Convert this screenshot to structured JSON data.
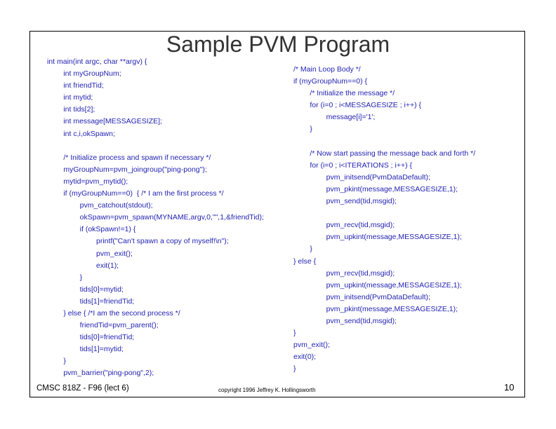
{
  "slide": {
    "title": "Sample PVM Program",
    "left_code": [
      "int main(int argc, char **argv) {",
      "        int myGroupNum;",
      "        int friendTid;",
      "        int mytid;",
      "        int tids[2];",
      "        int message[MESSAGESIZE];",
      "        int c,i,okSpawn;",
      "",
      "        /* Initialize process and spawn if necessary */",
      "        myGroupNum=pvm_joingroup(\"ping-pong\");",
      "        mytid=pvm_mytid();",
      "        if (myGroupNum==0)  { /* I am the first process */",
      "                pvm_catchout(stdout);",
      "                okSpawn=pvm_spawn(MYNAME,argv,0,\"\",1,&friendTid);",
      "                if (okSpawn!=1) {",
      "                        printf(\"Can't spawn a copy of myself!\\n\");",
      "                        pvm_exit();",
      "                        exit(1);",
      "                }",
      "                tids[0]=mytid;",
      "                tids[1]=friendTid;",
      "        } else { /*I am the second process */",
      "                friendTid=pvm_parent();",
      "                tids[0]=friendTid;",
      "                tids[1]=mytid;",
      "        }",
      "        pvm_barrier(\"ping-pong\",2);"
    ],
    "right_code": [
      "/* Main Loop Body */",
      "if (myGroupNum==0) {",
      "        /* Initialize the message */",
      "        for (i=0 ; i<MESSAGESIZE ; i++) {",
      "                message[i]='1';",
      "        }",
      "",
      "        /* Now start passing the message back and forth */",
      "        for (i=0 ; i<ITERATIONS ; i++) {",
      "                pvm_initsend(PvmDataDefault);",
      "                pvm_pkint(message,MESSAGESIZE,1);",
      "                pvm_send(tid,msgid);",
      "",
      "                pvm_recv(tid,msgid);",
      "                pvm_upkint(message,MESSAGESIZE,1);",
      "        }",
      "} else {",
      "                pvm_recv(tid,msgid);",
      "                pvm_upkint(message,MESSAGESIZE,1);",
      "                pvm_initsend(PvmDataDefault);",
      "                pvm_pkint(message,MESSAGESIZE,1);",
      "                pvm_send(tid,msgid);",
      "}",
      "pvm_exit();",
      "exit(0);",
      "}"
    ],
    "footer_left": "CMSC 818Z - F96  (lect 6)",
    "footer_center": "copyright 1996  Jeffrey K. Hollingsworth",
    "page_number": "10"
  },
  "colors": {
    "code_text": "#1f1fb0",
    "title_text": "#333333"
  }
}
